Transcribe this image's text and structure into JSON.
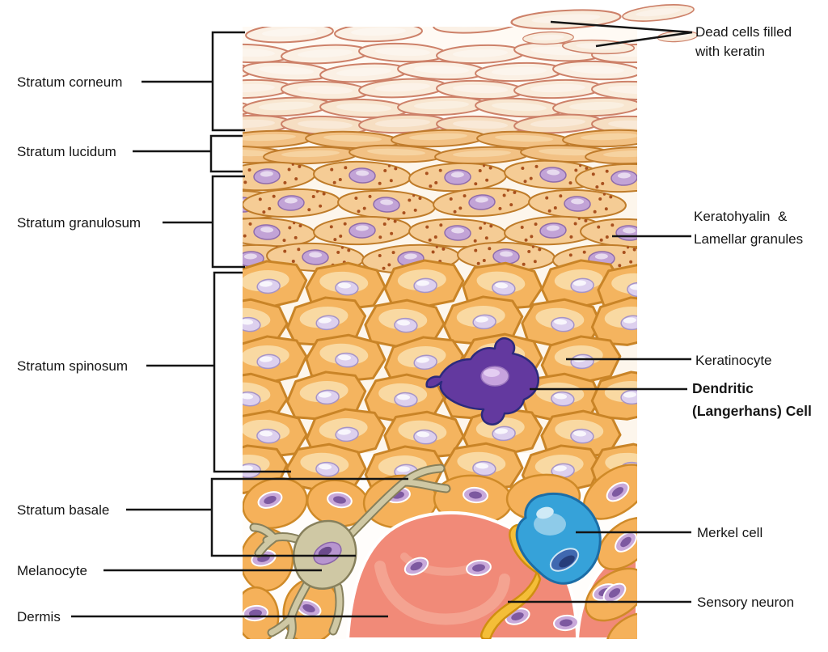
{
  "labels": {
    "left": [
      "Stratum corneum",
      "Stratum lucidum",
      "Stratum granulosum",
      "Stratum spinosum",
      "Stratum basale",
      "Melanocyte",
      "Dermis"
    ],
    "right": {
      "dead_line1": "Dead cells filled",
      "dead_line2": "with keratin",
      "keratohyalin_line1": "Keratohyalin  &",
      "keratohyalin_line2": "Lamellar granules",
      "keratinocyte": "Keratinocyte",
      "dendritic_line1": "Dendritic",
      "dendritic_line2": "(Langerhans) Cell",
      "merkel": "Merkel cell",
      "sensory": "Sensory neuron"
    }
  },
  "colors": {
    "label_text": "#161616",
    "leader_line": "#141414",
    "corneum_cell_fill": "#fbf0e4",
    "corneum_cell_stroke": "#cd8169",
    "lucidum_cell_fill": "#f2c184",
    "lucidum_cell_stroke": "#c07c2c",
    "granulosum_cell_fill": "#f5cc95",
    "keratohyalin_dot": "#a8501e",
    "spinosum_cell_fill": "#f4b45f",
    "spinosum_cell_inner": "#f9d9a2",
    "cell_stroke": "#c98427",
    "nucleus_fill": "#ddd0ee",
    "nucleus_stroke": "#a694c6",
    "dendritic_cell": "#63399f",
    "melanocyte_cell": "#cfc8a4",
    "merkel_cell": "#36a2d9",
    "sensory_neuron": "#f4be38",
    "dermis": "#f18a78"
  }
}
